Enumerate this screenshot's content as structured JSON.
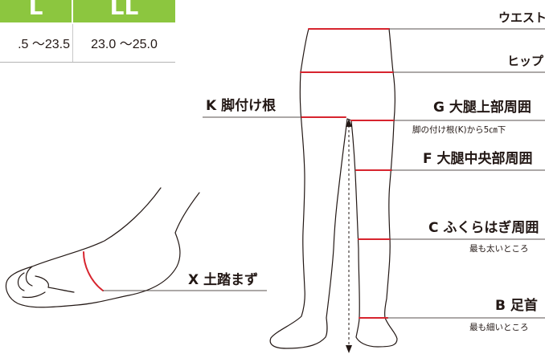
{
  "size_table": {
    "headers": [
      "L",
      "LL"
    ],
    "values": [
      ".5 ～23.5",
      "23.0 ～25.0"
    ]
  },
  "labels": {
    "waist": "ウエスト",
    "hip": "ヒップ",
    "k_letter": "K",
    "k_name": "脚付け根",
    "g_letter": "G",
    "g_name": "大腿上部周囲",
    "g_note": "脚の付け根(K)から5㎝下",
    "f_letter": "F",
    "f_name": "大腿中央部周囲",
    "c_letter": "C",
    "c_name": "ふくらはぎ周囲",
    "c_note": "最も太いところ",
    "x_letter": "X",
    "x_name": "土踏まず",
    "b_letter": "B",
    "b_name": "足首",
    "b_note": "最も細いところ"
  },
  "colors": {
    "header_green": "#8cc63f",
    "measure_red": "#d7242e",
    "outline": "#231815"
  }
}
